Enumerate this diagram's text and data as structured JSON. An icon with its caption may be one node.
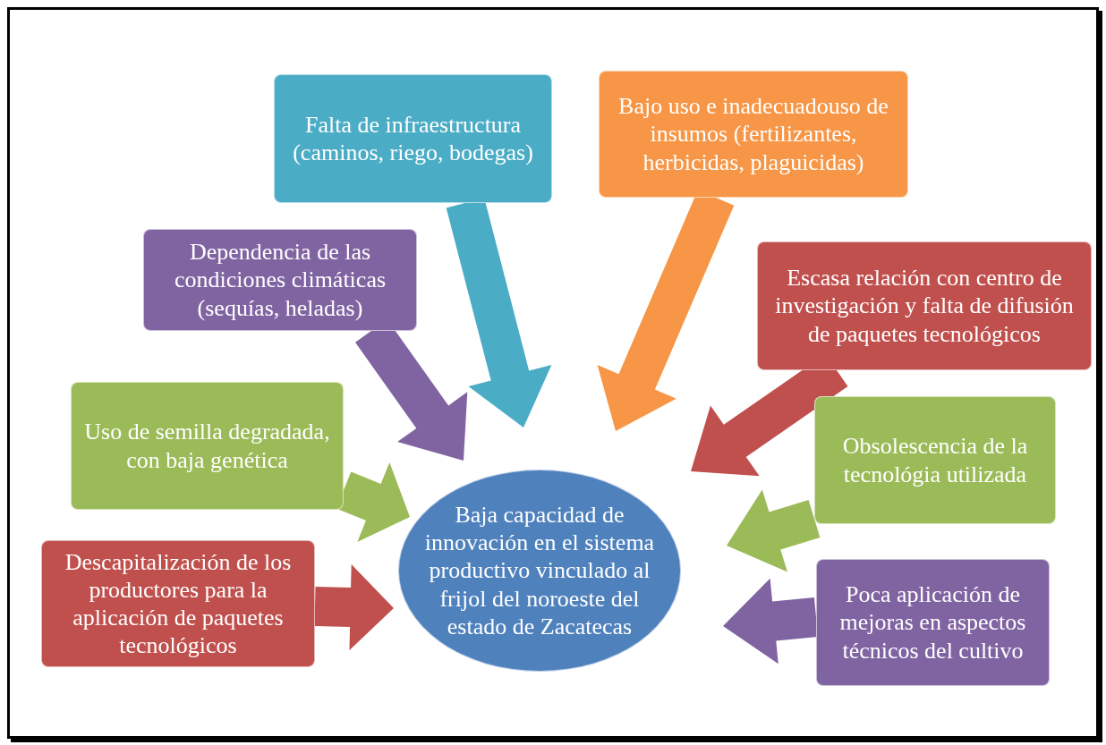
{
  "diagram": {
    "nodes": [
      {
        "text": [
          "Baja  capacidad de innovación en el sistema productivo vinculado al frijol del noroeste  del estado de Zacatecas"
        ]
      },
      {
        "text": [
          "Falta de infraestructura (caminos, riego, bodegas)"
        ]
      },
      {
        "text": [
          "Bajo uso e inadecuadouso de insumos (fertilizantes, herbicidas, plaguicidas)"
        ]
      },
      {
        "text": [
          "Dependencia de las condiciones climáticas (sequías, heladas)"
        ]
      },
      {
        "text": [
          "Escasa relación con centro de investigación y falta de difusión de paquetes tecnológicos"
        ]
      },
      {
        "text": [
          "Uso de semilla degradada, con baja genética"
        ]
      },
      {
        "text": [
          "Obsolescencia de la tecnológia utilizada"
        ]
      },
      {
        "text": [
          "Descapitalización de los productores para la aplicación de paquetes tecnológicos"
        ]
      },
      {
        "text": [
          "Poca aplicación de mejoras en aspectos técnicos del cultivo"
        ]
      }
    ],
    "edges": [
      {
        "from": 1,
        "to": 0,
        "arrow": "to",
        "style": "thick",
        "color": "#4bacc6"
      },
      {
        "from": 2,
        "to": 0,
        "arrow": "to",
        "style": "thick",
        "color": "#f79646"
      },
      {
        "from": 3,
        "to": 0,
        "arrow": "to",
        "style": "thick",
        "color": "#8064a2"
      },
      {
        "from": 4,
        "to": 0,
        "arrow": "to",
        "style": "thick",
        "color": "#c0504d"
      },
      {
        "from": 5,
        "to": 0,
        "arrow": "to",
        "style": "thick",
        "color": "#9bbb59"
      },
      {
        "from": 6,
        "to": 0,
        "arrow": "to",
        "style": "thick",
        "color": "#9bbb59"
      },
      {
        "from": 7,
        "to": 0,
        "arrow": "to",
        "style": "thick",
        "color": "#c0504d"
      },
      {
        "from": 8,
        "to": 0,
        "arrow": "to",
        "style": "thick",
        "color": "#8064a2"
      }
    ]
  }
}
